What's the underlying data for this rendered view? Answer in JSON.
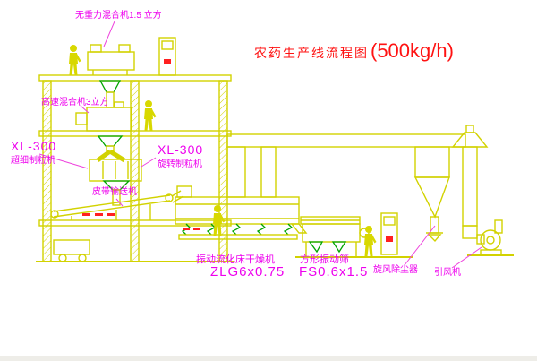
{
  "title": {
    "main": "农药生产线流程图",
    "capacity": "(500kg/h)"
  },
  "labels": {
    "gravity_mixer": "无重力混合机1.5 立方",
    "high_speed_mixer": "高速混合机3立方",
    "granulator_left_model": "XL-300",
    "granulator_left_name": "超细制粒机",
    "granulator_mid_model": "XL-300",
    "granulator_mid_name": "旋转制粒机",
    "belt_conveyor": "皮带输送机",
    "fluid_bed_dryer_name": "振动流化床干燥机",
    "fluid_bed_dryer_model": "ZLG6x0.75",
    "vibrating_sieve_name": "方形振动筛",
    "vibrating_sieve_model": "FS0.6x1.5",
    "cyclone_dust_collector": "旋风除尘器",
    "induced_draft_fan": "引风机"
  },
  "process_flow": [
    "无重力混合机",
    "高速混合机",
    "XL-300制粒机",
    "皮带输送机",
    "振动流化床干燥机",
    "方形振动筛",
    "旋风除尘器",
    "引风机"
  ],
  "colors": {
    "line_yellow": "#d2d200",
    "line_green": "#00a400",
    "label_magenta": "#ee00ee",
    "title_red": "#ff1212",
    "marker_red": "#ff2020"
  }
}
